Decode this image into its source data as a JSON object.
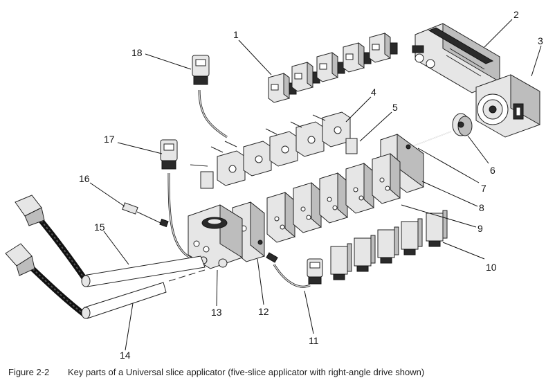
{
  "caption": {
    "number": "Figure 2-2",
    "text": "Key parts of a Universal slice applicator (five-slice applicator with right-angle drive shown)"
  },
  "callouts": [
    "1",
    "2",
    "3",
    "4",
    "5",
    "6",
    "7",
    "8",
    "9",
    "10",
    "11",
    "12",
    "13",
    "14",
    "15",
    "16",
    "17",
    "18"
  ]
}
